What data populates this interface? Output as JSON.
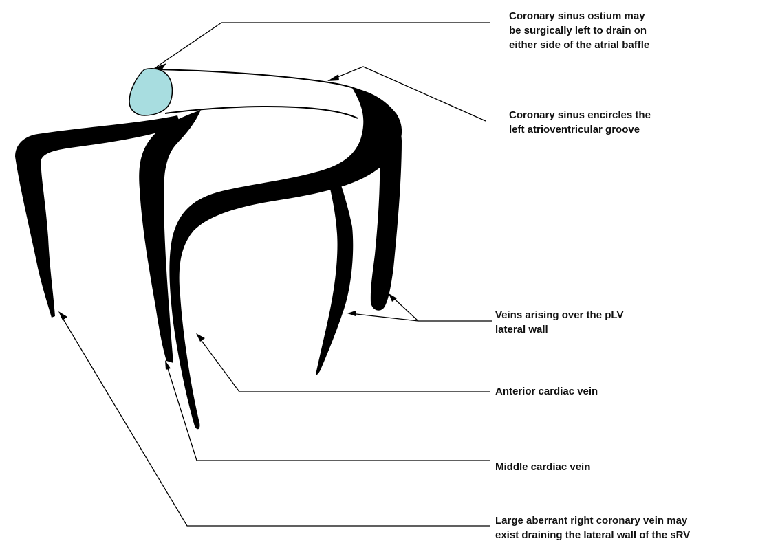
{
  "labels": {
    "ostium": [
      "Coronary sinus ostium may",
      "be surgically left to drain on",
      "either side of the atrial baffle"
    ],
    "sinus": [
      "Coronary sinus encircles the",
      "left atrioventricular groove"
    ],
    "veins_plv": [
      "Veins arising over the pLV",
      "lateral wall"
    ],
    "anterior": [
      "Anterior cardiac vein"
    ],
    "middle": [
      "Middle cardiac vein"
    ],
    "aberrant": [
      "Large aberrant right coronary vein may",
      "exist draining the lateral wall of the sRV"
    ]
  },
  "colors": {
    "vein": "#000000",
    "ostium": "#a8dde0",
    "line": "#000000",
    "text": "#111111"
  }
}
